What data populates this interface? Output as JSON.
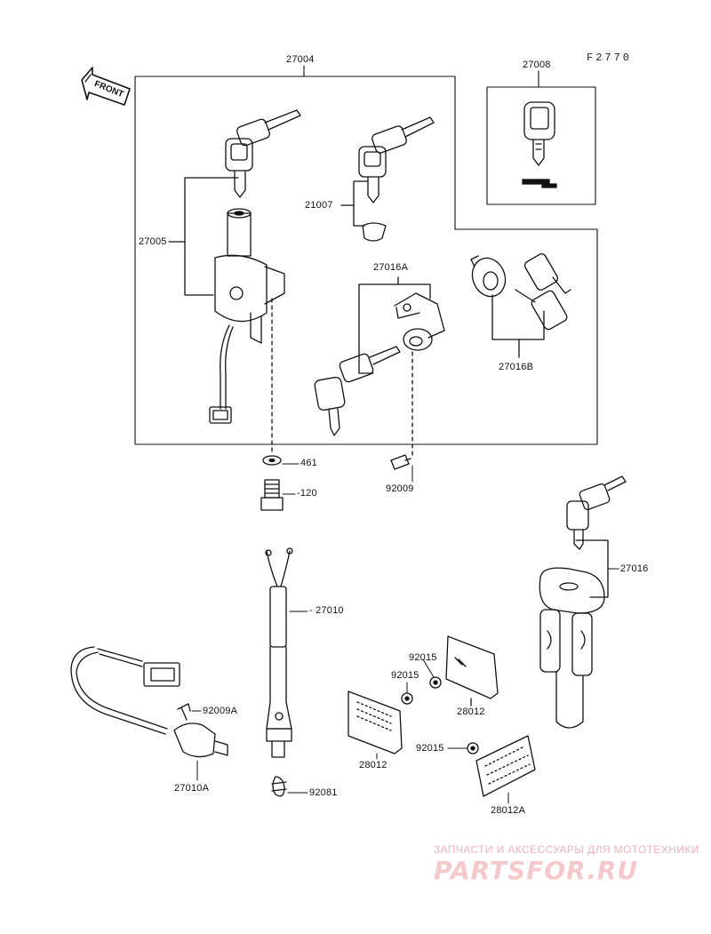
{
  "figure_code": "F2770",
  "front_arrow": "FRONT",
  "parts": {
    "p27004": "27004",
    "p27008": "27008",
    "p27005": "27005",
    "p21007": "21007",
    "p27016A": "27016A",
    "p27016B": "27016B",
    "p461": "461",
    "p120": "-120",
    "p92009": "92009",
    "p27016": "-27016",
    "p27010": "- 27010",
    "p92009A": "92009A",
    "p27010A": "27010A",
    "p92081": "92081",
    "p92015a": "92015",
    "p92015b": "92015",
    "p92015c": "92015",
    "p28012a": "28012",
    "p28012b": "28012",
    "p28012A": "28012A"
  },
  "watermark": {
    "tagline": "ЗАПЧАСТИ И АКСЕССУАРЫ ДЛЯ МОТОТЕХНИКИ",
    "brand": "PARTSFOR.RU",
    "color": "#f3c9cc"
  }
}
